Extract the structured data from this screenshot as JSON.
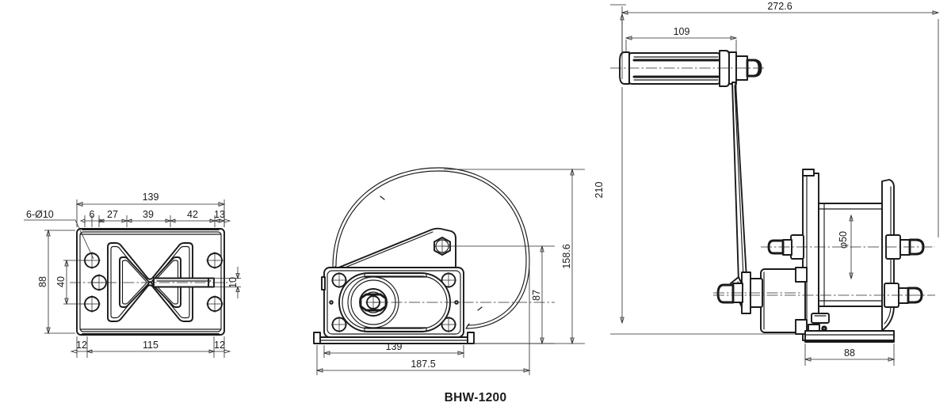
{
  "drawing": {
    "title": "BHW-1200",
    "background_color": "#ffffff",
    "line_color": "#1a1a1a",
    "type": "engineering-orthographic-drawing",
    "subject": "hand winch BHW-1200",
    "views": [
      {
        "id": "top-view",
        "name": "mounting base plate view (left)"
      },
      {
        "id": "side-view",
        "name": "side elevation with drum (middle)"
      },
      {
        "id": "front-view",
        "name": "front elevation with crank handle (right)"
      }
    ]
  },
  "labels": {
    "hole_callout": "6-Ø10",
    "diameter_50": "φ50"
  },
  "dimensions": {
    "top_view": {
      "overall_width": "139",
      "chain": [
        "6",
        "27",
        "39",
        "42",
        "13"
      ],
      "height": "88",
      "hole_spacing_vertical": "40",
      "slot_height": "10",
      "bottom_left_edge": "12",
      "bottom_span": "115",
      "bottom_right_edge": "12"
    },
    "side_view": {
      "base_width": "139",
      "overall_length": "187.5",
      "drum_top_height": "158.6",
      "shaft_height": "87"
    },
    "front_view": {
      "overall_width": "272.6",
      "handle_length": "109",
      "handle_height": "210",
      "drum_diameter": "φ50",
      "body_width": "88"
    }
  }
}
